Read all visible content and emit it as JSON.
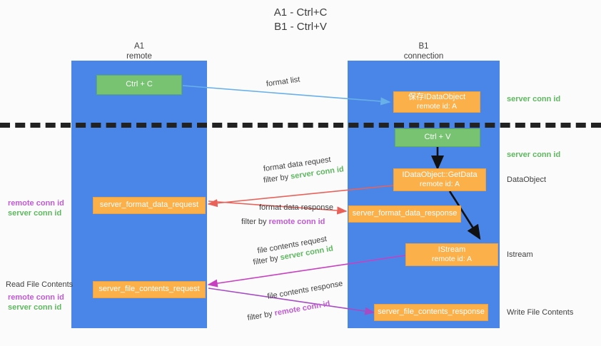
{
  "title": {
    "line1": "A1 - Ctrl+C",
    "line2": "B1 - Ctrl+V"
  },
  "lanes": [
    {
      "id": "a1",
      "title": "A1",
      "subtitle": "remote"
    },
    {
      "id": "b1",
      "title": "B1",
      "subtitle": "connection"
    }
  ],
  "boxes": {
    "ctrl_c": {
      "label": "Ctrl + C"
    },
    "save_dataobject": {
      "line1": "保存IDataObject",
      "line2": "remote id: A"
    },
    "ctrl_v": {
      "label": "Ctrl + V"
    },
    "getdata": {
      "line1": "IDataObject::GetData",
      "line2": "remote id: A"
    },
    "format_data_request": {
      "label": "server_format_data_request"
    },
    "format_data_response": {
      "label": "server_format_data_response"
    },
    "istream": {
      "line1": "IStream",
      "line2": "remote id: A"
    },
    "file_contents_request": {
      "label": "server_file_contents_request"
    },
    "file_contents_response": {
      "label": "server_file_contents_response"
    }
  },
  "edge_labels": {
    "format_list": "format list",
    "format_data_request": {
      "line1": "format data request",
      "filter_prefix": "filter by ",
      "filter_value": "server conn id"
    },
    "format_data_response": {
      "line1": "format data response",
      "filter_prefix": "filter by ",
      "filter_value": "remote conn id"
    },
    "file_contents_request": {
      "line1": "file contents request",
      "filter_prefix": "filter by ",
      "filter_value": "server conn id"
    },
    "file_contents_response": {
      "line1": "file contents response",
      "filter_prefix": "filter by ",
      "filter_value": "remote conn id"
    }
  },
  "right_labels": {
    "server_conn_id_top": "server conn id",
    "server_conn_id_mid": "server conn id",
    "dataobject": "DataObject",
    "istream": "Istream",
    "write_file_contents": "Write File Contents"
  },
  "left_labels": {
    "ids_upper": {
      "remote": "remote conn id",
      "server": "server conn id"
    },
    "read_file_contents": "Read File Contents",
    "ids_lower": {
      "remote": "remote conn id",
      "server": "server conn id"
    }
  },
  "colors": {
    "lane": "#4a86e8",
    "green_box": "#77c372",
    "orange_box": "#fbb04a",
    "server_conn_id": "#5fb760",
    "remote_conn_id": "#c05bd4",
    "arrow_blue": "#68b0e8",
    "arrow_red": "#e8625a",
    "arrow_magenta": "#c840c0",
    "arrow_purple": "#a64bc4",
    "arrow_black": "#111111",
    "background": "#fbfbfb"
  }
}
